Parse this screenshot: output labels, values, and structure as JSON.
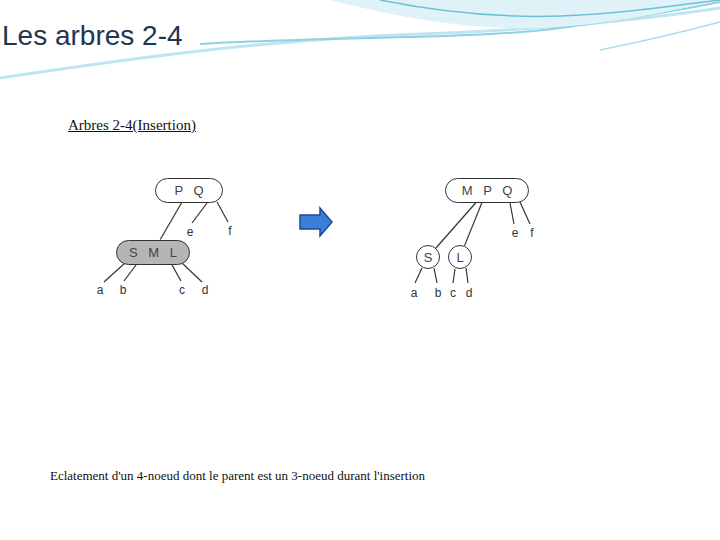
{
  "diagram": {
    "title": "Les arbres 2-4",
    "caption": "Eclatement d'un 4-noeud  dont  le parent  est un 3-noeud durant l'insertion",
    "nodes": [
      {
        "text": [
          "P Q"
        ]
      },
      {
        "text": [
          "S M L"
        ]
      },
      {
        "text": [
          "M P Q"
        ]
      },
      {
        "text": [
          "S"
        ]
      },
      {
        "text": [
          "L"
        ]
      }
    ],
    "edges": [
      {
        "from": 0,
        "to": 1,
        "arrow": "none"
      },
      {
        "from": 2,
        "to": 3,
        "arrow": "none"
      },
      {
        "from": 2,
        "to": 4,
        "arrow": "none"
      }
    ],
    "labels": [
      "Arbres 2-4(Insertion)",
      "a",
      "b",
      "c",
      "d",
      "e",
      "f",
      "a",
      "b",
      "c",
      "d",
      "e",
      "f"
    ]
  }
}
